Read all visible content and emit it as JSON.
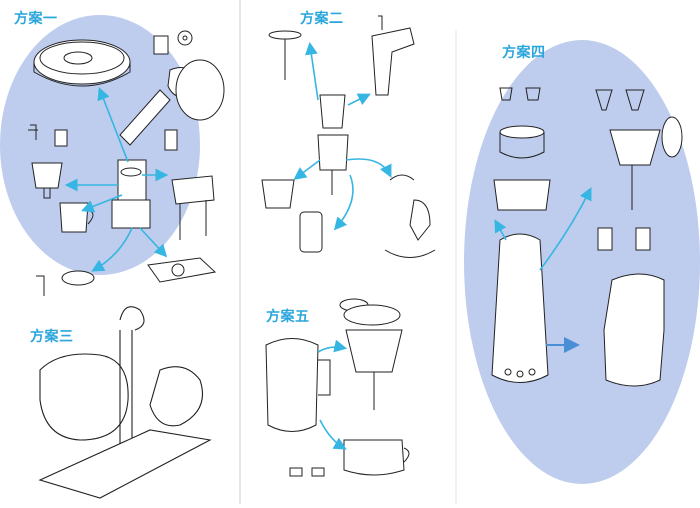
{
  "schemes": {
    "s1": {
      "label": "方案一"
    },
    "s2": {
      "label": "方案二"
    },
    "s3": {
      "label": "方案三"
    },
    "s4": {
      "label": "方案四"
    },
    "s5": {
      "label": "方案五"
    }
  },
  "colors": {
    "highlight_fill": "#aebfe8",
    "arrow": "#36b6e2",
    "title": "#2aa6dc",
    "ink": "#222222"
  }
}
